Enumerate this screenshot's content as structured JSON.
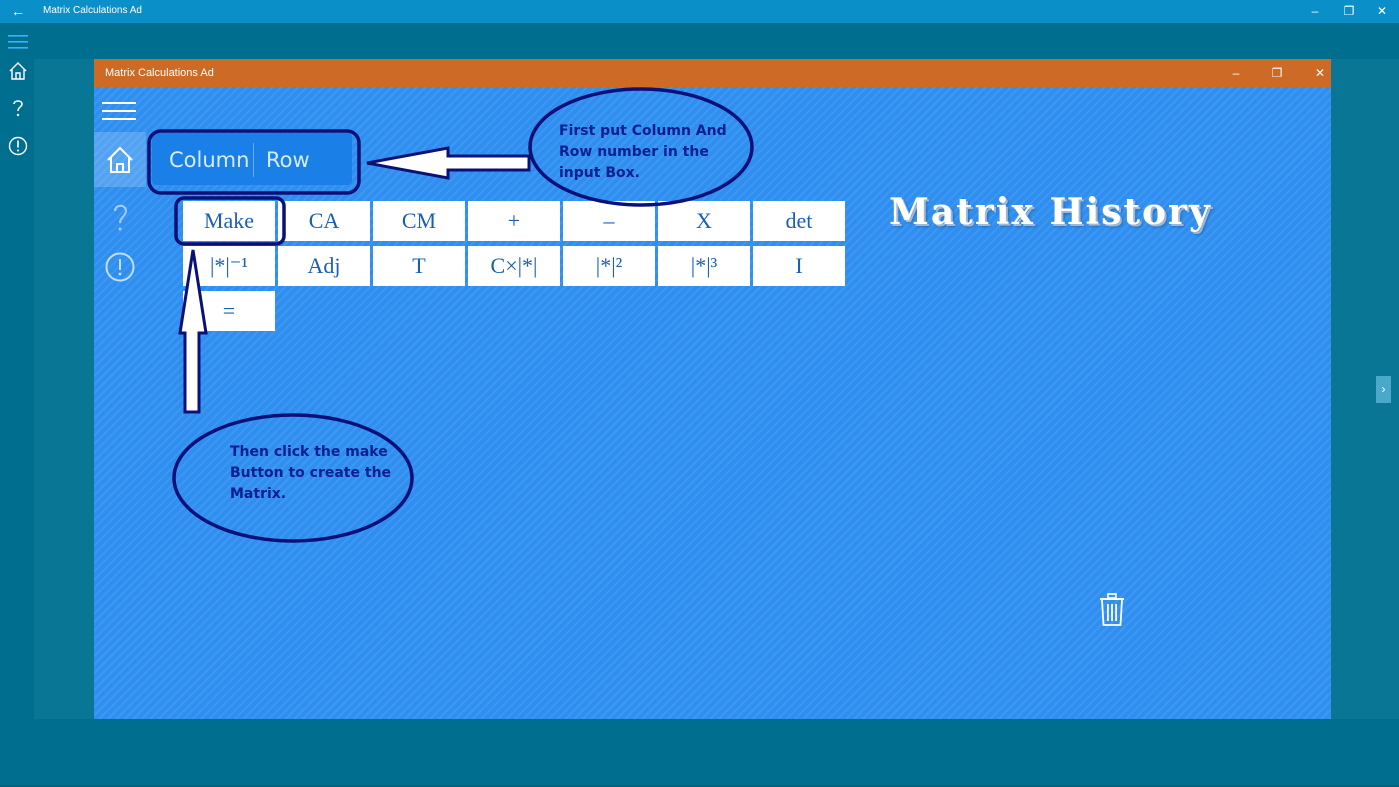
{
  "window": {
    "title": "Matrix Calculations Ad",
    "back_glyph": "←",
    "minimize_glyph": "–",
    "restore_glyph": "❐",
    "close_glyph": "✕"
  },
  "rail": {
    "items": [
      {
        "icon": "hamburger-icon"
      },
      {
        "icon": "home-icon"
      },
      {
        "icon": "help-icon"
      },
      {
        "icon": "info-icon"
      }
    ]
  },
  "inner_window": {
    "title": "Matrix Calculations Ad",
    "minimize_glyph": "–",
    "restore_glyph": "❐",
    "close_glyph": "✕"
  },
  "inputs": {
    "column_placeholder": "Column",
    "row_placeholder": "Row",
    "column_value": "",
    "row_value": ""
  },
  "buttons": {
    "row1": [
      "Make",
      "CA",
      "CM",
      "+",
      "–",
      "X",
      "det"
    ],
    "row2": [
      "|*|⁻¹",
      "Adj",
      "T",
      "C×|*|",
      "|*|²",
      "|*|³",
      "I"
    ],
    "row3": [
      "="
    ]
  },
  "history_title": "Matrix History",
  "callouts": {
    "top_line1": "First put Column And",
    "top_line2": "Row number in the",
    "top_line3": "input Box.",
    "bottom_line1": "Then click the make",
    "bottom_line2": "Button to create the",
    "bottom_line3": "Matrix."
  },
  "side_tab_glyph": "›",
  "colors": {
    "accent": "#0b8fc8",
    "inner_title": "#cc6a26",
    "canvas": "#2f8ff0",
    "annotation": "#0b1f8f"
  }
}
